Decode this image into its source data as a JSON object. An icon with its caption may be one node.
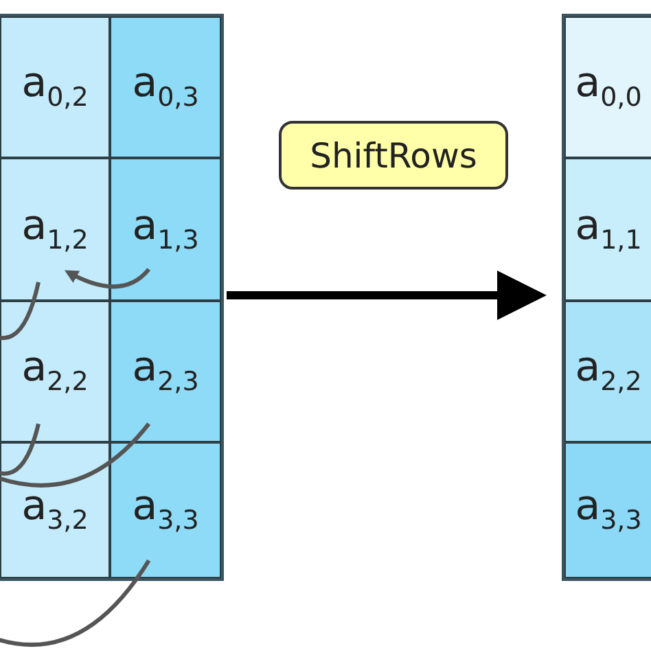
{
  "diagram": {
    "nodes": [
      {
        "text": [],
        "shape": "box"
      },
      {
        "text": [
          "a$_{0,2}$"
        ],
        "in": 0
      },
      {
        "text": [
          "a$_{0,3}$"
        ],
        "in": 0
      },
      {
        "text": [
          "a$_{1,2}$"
        ],
        "in": 0
      },
      {
        "text": [
          "a$_{1,3}$"
        ],
        "in": 0
      },
      {
        "text": [
          "a$_{2,2}$"
        ],
        "in": 0
      },
      {
        "text": [
          "a$_{2,3}$"
        ],
        "in": 0
      },
      {
        "text": [
          "a$_{3,2}$"
        ],
        "in": 0
      },
      {
        "text": [
          "a$_{3,3}$"
        ],
        "in": 0
      },
      {
        "text": [
          "ShiftRows"
        ]
      },
      {
        "text": [],
        "shape": "box"
      },
      {
        "text": [
          "a$_{0,0}$"
        ],
        "in": 10
      },
      {
        "text": [
          "a$_{1,1}$"
        ],
        "in": 10
      },
      {
        "text": [
          "a$_{2,2}$"
        ],
        "in": 10
      },
      {
        "text": [
          "a$_{3,3}$"
        ],
        "in": 10
      }
    ],
    "edges": [
      {
        "from": 0,
        "to": 10,
        "arrow": "to",
        "style": "thick"
      },
      {
        "from": 4,
        "to": 3,
        "arrow": "to"
      },
      {
        "from": 3,
        "to": null,
        "arrow": "none"
      },
      {
        "from": 5,
        "to": null,
        "arrow": "none"
      },
      {
        "from": 6,
        "to": null,
        "arrow": "none"
      },
      {
        "from": 8,
        "to": null,
        "arrow": "none"
      }
    ]
  }
}
